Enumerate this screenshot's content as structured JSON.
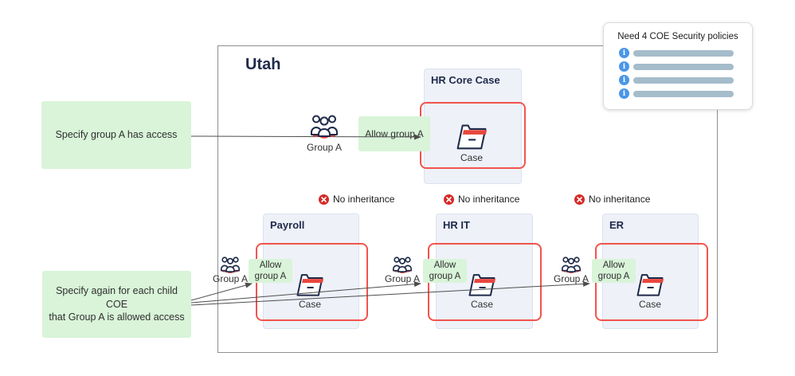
{
  "title": "Utah",
  "coes": {
    "hr_core": "HR Core Case",
    "payroll": "Payroll",
    "hr_it": "HR IT",
    "er": "ER"
  },
  "notes": {
    "specify_access": "Specify group A has access",
    "specify_again_line1": "Specify again for each child COE",
    "specify_again_line2": "that Group A is allowed access"
  },
  "callout": {
    "title": "Need 4 COE Security policies",
    "row_count": 4
  },
  "labels": {
    "group": "Group A",
    "case": "Case",
    "allow_single": "Allow group A",
    "allow_line1": "Allow",
    "allow_line2": "group A",
    "no_inheritance": "No inheritance"
  },
  "colors": {
    "note_green": "#d9f4d9",
    "coe_fill": "#eef1f8",
    "security_red_border": "#f2544d",
    "accent_red": "#e8473e",
    "badge_red": "#d62a27",
    "navy": "#1f2a4a",
    "info_blue": "#4a96e8",
    "callout_bar_gray": "#a5bcca",
    "connector_gray": "#4d4d4d"
  }
}
